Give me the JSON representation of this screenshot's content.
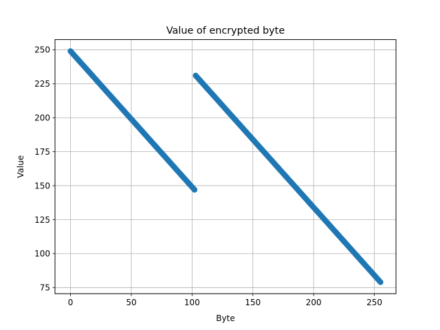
{
  "chart_data": {
    "type": "scatter",
    "title": "Value of encrypted byte",
    "xlabel": "Byte",
    "ylabel": "Value",
    "xlim": [
      -12.75,
      267.75
    ],
    "ylim": [
      70.5,
      257.5
    ],
    "xticks": [
      0,
      50,
      100,
      150,
      200,
      250
    ],
    "yticks": [
      75,
      100,
      125,
      150,
      175,
      200,
      225,
      250
    ],
    "grid": true,
    "marker_color": "#1f77b4",
    "series": [
      {
        "description": "Each byte index 0–255 maps to an encrypted value; values decrease by ~1 per byte, with a jump between byte 102 and 103.",
        "segments": [
          {
            "x_start": 0,
            "x_end": 102,
            "y_start": 249,
            "y_end": 147
          },
          {
            "x_start": 103,
            "x_end": 255,
            "y_start": 231,
            "y_end": 79
          }
        ]
      }
    ]
  }
}
